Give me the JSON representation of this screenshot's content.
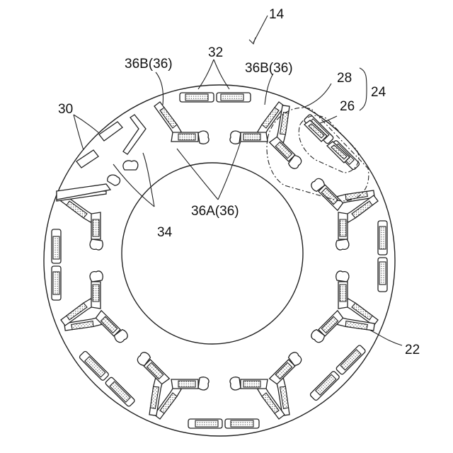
{
  "labels": {
    "rotor": "14",
    "core": "22",
    "pole": "24",
    "outer_group": "28",
    "inner_group": "26",
    "hole": "30",
    "magnet": "32",
    "bridge": "34",
    "center_bridge": "36A(36)",
    "side_bridge_left": "36B(36)",
    "side_bridge_right": "36B(36)"
  },
  "poles": 8,
  "colors": {
    "line": "#222222",
    "fill": "#ffffff",
    "dots": "#555555"
  }
}
